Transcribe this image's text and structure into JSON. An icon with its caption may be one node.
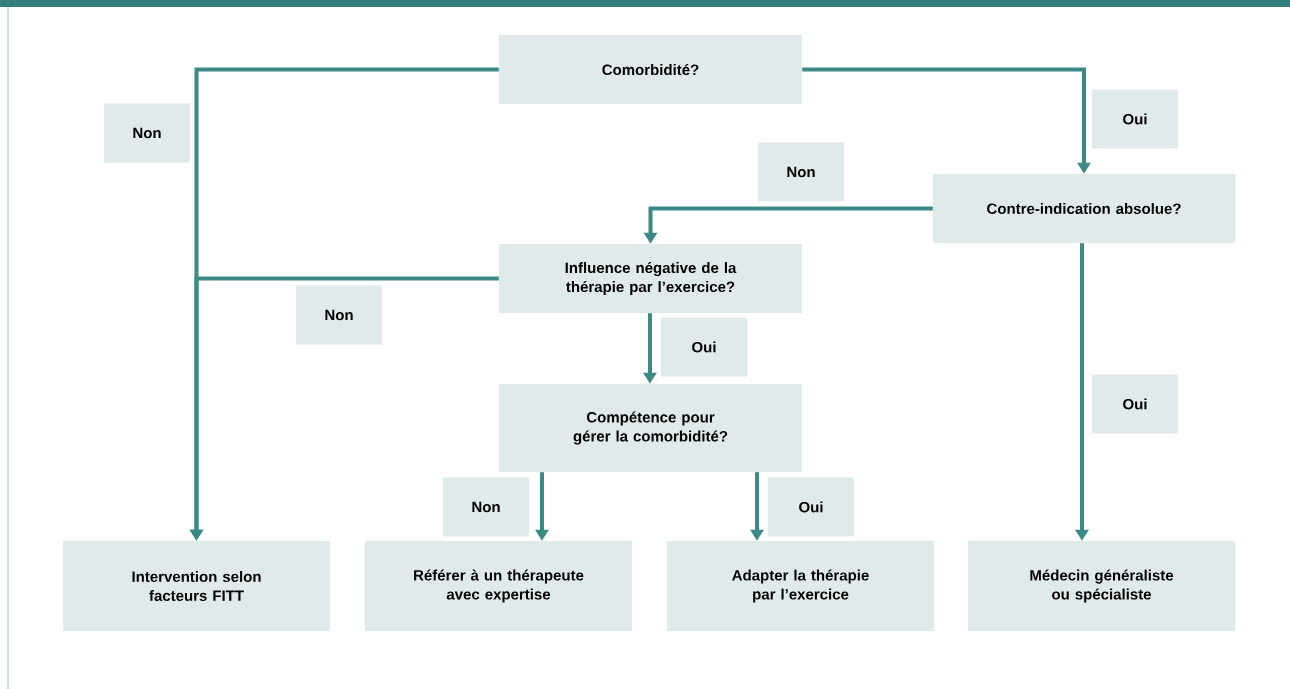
{
  "diagram": {
    "nodes": [
      {
        "text": [
          "Comorbidité?"
        ]
      },
      {
        "text": [
          "Contre-indication absolue?"
        ]
      },
      {
        "text": [
          "Influence négative de la thérapie par l’exercice?"
        ]
      },
      {
        "text": [
          "Compétence pour gérer la comorbidité?"
        ]
      },
      {
        "text": [
          "Intervention selon facteurs FITT"
        ]
      },
      {
        "text": [
          "Référer à un thérapeute avec expertise"
        ]
      },
      {
        "text": [
          "Adapter la thérapie par l’exercice"
        ]
      },
      {
        "text": [
          "Médecin généraliste ou spécialiste"
        ]
      }
    ],
    "edges": [
      {
        "from": 0,
        "to": 4,
        "arrow": "to",
        "label": "Non"
      },
      {
        "from": 0,
        "to": 1,
        "arrow": "to",
        "label": "Oui"
      },
      {
        "from": 1,
        "to": 2,
        "arrow": "to",
        "label": "Non"
      },
      {
        "from": 2,
        "to": 4,
        "arrow": "to",
        "label": "Non"
      },
      {
        "from": 2,
        "to": 3,
        "arrow": "to",
        "label": "Oui"
      },
      {
        "from": 3,
        "to": 5,
        "arrow": "to",
        "label": "Non"
      },
      {
        "from": 3,
        "to": 6,
        "arrow": "to",
        "label": "Oui"
      },
      {
        "from": 1,
        "to": 7,
        "arrow": "to",
        "label": "Oui"
      }
    ]
  }
}
